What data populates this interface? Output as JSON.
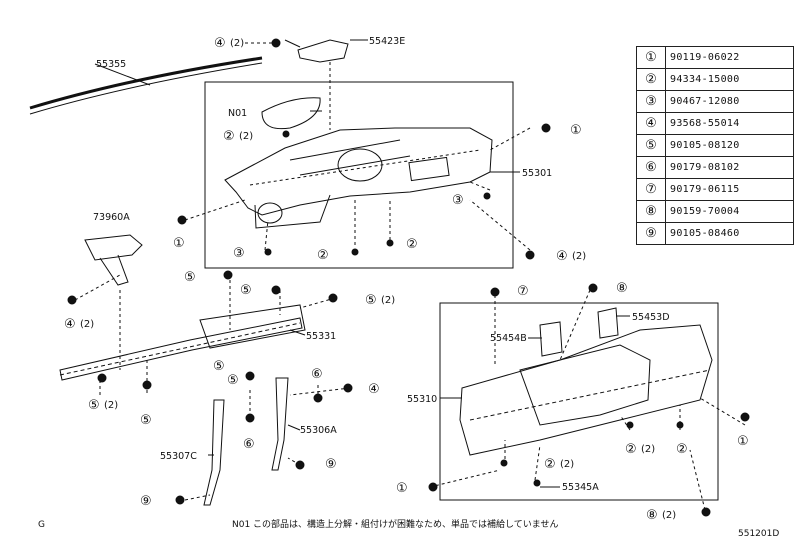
{
  "legend": [
    {
      "key": "①",
      "part": "90119-06022"
    },
    {
      "key": "②",
      "part": "94334-15000"
    },
    {
      "key": "③",
      "part": "90467-12080"
    },
    {
      "key": "④",
      "part": "93568-55014"
    },
    {
      "key": "⑤",
      "part": "90105-08120"
    },
    {
      "key": "⑥",
      "part": "90179-08102"
    },
    {
      "key": "⑦",
      "part": "90179-06115"
    },
    {
      "key": "⑧",
      "part": "90159-70004"
    },
    {
      "key": "⑨",
      "part": "90105-08460"
    }
  ],
  "labels": {
    "p55355": "55355",
    "p55423E": "55423E",
    "n01": "N01",
    "p55301": "55301",
    "p73960A": "73960A",
    "p55331": "55331",
    "p55306A": "55306A",
    "p55307C": "55307C",
    "p55454B": "55454B",
    "p55453D": "55453D",
    "p55310": "55310",
    "p55345A": "55345A"
  },
  "callouts": {
    "c1": "①",
    "c2": "②",
    "c3": "③",
    "c4": "④",
    "c5": "⑤",
    "c6": "⑥",
    "c7": "⑦",
    "c8": "⑧",
    "c9": "⑨",
    "qty2": "(2)"
  },
  "footer": {
    "left": "G",
    "note": "N01 この部品は、構造上分解・組付けが困難なため、単品では補給していません",
    "code": "551201D"
  }
}
